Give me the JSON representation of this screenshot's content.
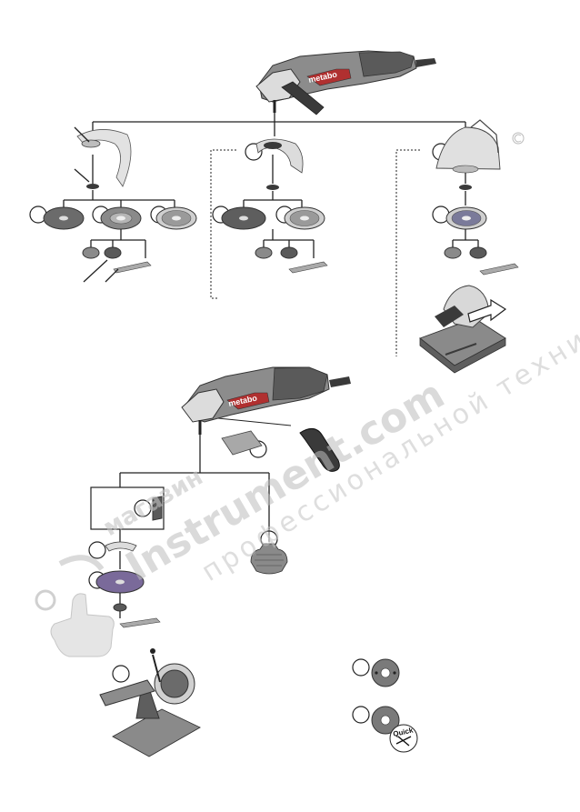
{
  "brand_label": "metabo",
  "watermark": {
    "line1": "магазин",
    "line2": "профессиональной техники",
    "line3": "Instrument.com"
  },
  "quick_label": "Quick",
  "colors": {
    "tool_body": "#8c8c8c",
    "tool_dark": "#3a3a3a",
    "tool_red": "#b03030",
    "guard": "#d9d9d9",
    "disc": "#6b6b6b",
    "watermark": "#c4c4c4"
  },
  "icons": [
    "angle-grinder",
    "side-handle",
    "wheel-guard",
    "grinding-disc",
    "flap-disc",
    "diamond-disc",
    "cutting-disc",
    "flange-nut",
    "two-pin-spanner",
    "cutting-guard",
    "cutting-stand",
    "wire-cup-brush",
    "backing-pad",
    "quick-nut",
    "thumbs-up"
  ]
}
